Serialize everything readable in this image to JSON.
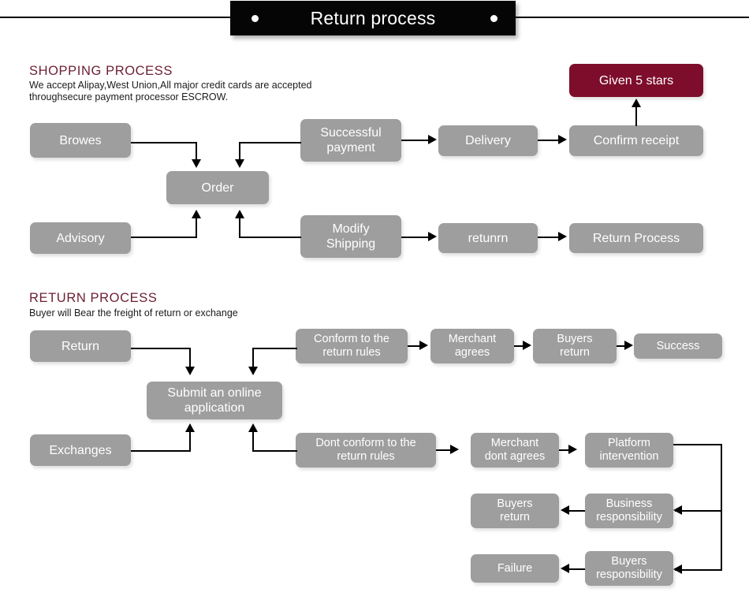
{
  "header": {
    "title": "Return process",
    "dot_left": "bullet",
    "dot_right": "bullet"
  },
  "sections": [
    {
      "id": "shopping",
      "title": "SHOPPING PROCESS",
      "subtitle": "We accept Alipay,West Union,All major credit cards are accepted\nthroughsecure payment processor ESCROW."
    },
    {
      "id": "return",
      "title": "RETURN PROCESS",
      "subtitle": "Buyer will Bear the freight of return or exchange"
    }
  ],
  "colors": {
    "box_gray": "#9e9e9e",
    "box_accent": "#7d0d2b",
    "heading": "#6b1f33",
    "banner": "#050505",
    "line": "#000000",
    "box_text": "#ffffff"
  },
  "shopping_nodes": {
    "browes": "Browes",
    "order": "Order",
    "successful_payment": "Successful\npayment",
    "delivery": "Delivery",
    "confirm_receipt": "Confirm receipt",
    "given_5_stars": "Given 5 stars",
    "advisory": "Advisory",
    "modify_shipping": "Modify\nShipping",
    "retunrn": "retunrn",
    "return_process": "Return Process"
  },
  "return_nodes": {
    "return": "Return",
    "submit_online_application": "Submit an online\napplication",
    "conform_rules": "Conform to the\nreturn rules",
    "merchant_agrees": "Merchant\nagrees",
    "buyers_return_top": "Buyers\nreturn",
    "success": "Success",
    "exchanges": "Exchanges",
    "dont_conform_rules": "Dont conform to the\nreturn rules",
    "merchant_dont_agrees": "Merchant\ndont agrees",
    "platform_intervention": "Platform\nintervention",
    "business_responsibility": "Business\nresponsibility",
    "buyers_return_mid": "Buyers\nreturn",
    "buyers_responsibility": "Buyers\nresponsibility",
    "failure": "Failure"
  }
}
